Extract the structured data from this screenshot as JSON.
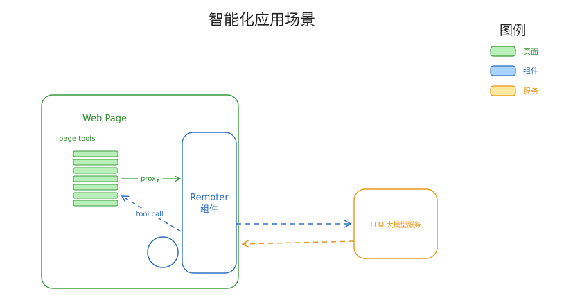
{
  "title": "智能化应用场景",
  "legend": {
    "title": "图例",
    "items": [
      {
        "label": "页面",
        "fill": "#b9f0b9",
        "stroke": "#3a9a3a",
        "text_color": "#2e8b2e"
      },
      {
        "label": "组件",
        "fill": "#a8d4ff",
        "stroke": "#2e6fbf",
        "text_color": "#2e6fbf"
      },
      {
        "label": "服务",
        "fill": "#ffe9a0",
        "stroke": "#e8951a",
        "text_color": "#e8951a"
      }
    ]
  },
  "webpage": {
    "label": "Web Page",
    "page_tools_label": "page tools",
    "color": "#3a9a3a",
    "tool_fill": "#b9f0b9"
  },
  "remoter": {
    "line1": "Remoter",
    "line2": "组件",
    "color": "#2e6fbf"
  },
  "llm": {
    "label": "LLM 大模型服务",
    "color": "#e8951a"
  },
  "edges": {
    "proxy": "proxy",
    "tool_call": "tool call"
  }
}
